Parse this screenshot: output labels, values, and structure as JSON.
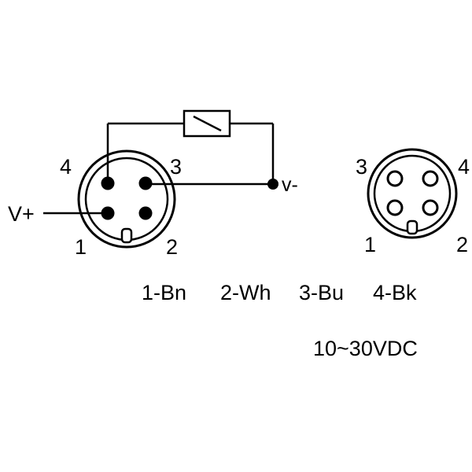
{
  "left_connector": {
    "pins": {
      "top_left": "4",
      "top_right": "3",
      "bottom_left": "1",
      "bottom_right": "2"
    },
    "supply_label": "V+",
    "negative_label": "v-"
  },
  "right_connector": {
    "pins": {
      "top_left": "3",
      "top_right": "4",
      "bottom_left": "1",
      "bottom_right": "2"
    }
  },
  "legend": {
    "items": [
      "1-Bn",
      "2-Wh",
      "3-Bu",
      "4-Bk"
    ]
  },
  "voltage": "10~30VDC",
  "colors": {
    "ink": "#000000",
    "background": "#ffffff"
  }
}
